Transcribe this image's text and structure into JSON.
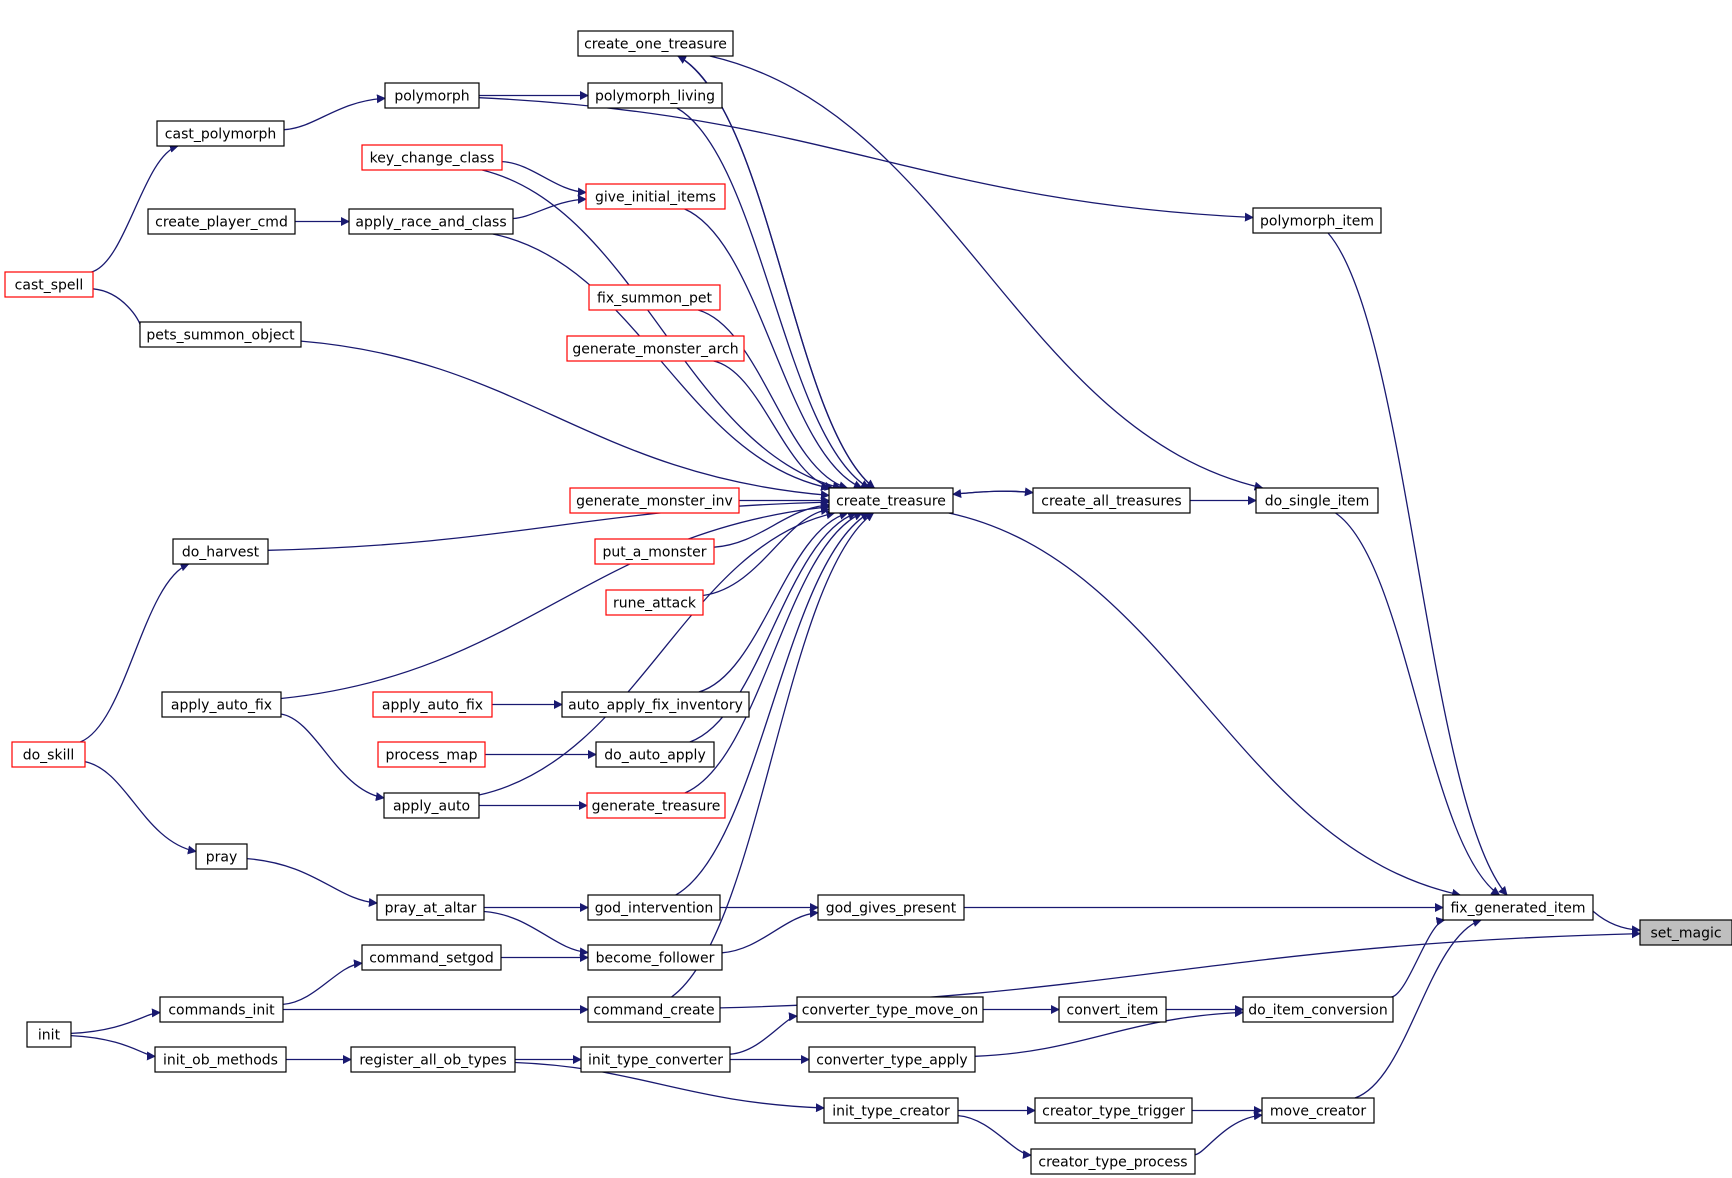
{
  "graph": {
    "nodes": [
      {
        "id": "set_magic",
        "label": "set_magic",
        "style": "root"
      },
      {
        "id": "fix_generated_item",
        "label": "fix_generated_item",
        "style": "black"
      },
      {
        "id": "create_treasure",
        "label": "create_treasure",
        "style": "black"
      },
      {
        "id": "create_all_treasures",
        "label": "create_all_treasures",
        "style": "black"
      },
      {
        "id": "do_single_item",
        "label": "do_single_item",
        "style": "black"
      },
      {
        "id": "polymorph_item",
        "label": "polymorph_item",
        "style": "black"
      },
      {
        "id": "create_one_treasure",
        "label": "create_one_treasure",
        "style": "black"
      },
      {
        "id": "polymorph",
        "label": "polymorph",
        "style": "black"
      },
      {
        "id": "polymorph_living",
        "label": "polymorph_living",
        "style": "black"
      },
      {
        "id": "cast_polymorph",
        "label": "cast_polymorph",
        "style": "black"
      },
      {
        "id": "key_change_class",
        "label": "key_change_class",
        "style": "red"
      },
      {
        "id": "give_initial_items",
        "label": "give_initial_items",
        "style": "red"
      },
      {
        "id": "create_player_cmd",
        "label": "create_player_cmd",
        "style": "black"
      },
      {
        "id": "apply_race_and_class",
        "label": "apply_race_and_class",
        "style": "black"
      },
      {
        "id": "cast_spell",
        "label": "cast_spell",
        "style": "red"
      },
      {
        "id": "fix_summon_pet",
        "label": "fix_summon_pet",
        "style": "red"
      },
      {
        "id": "pets_summon_object",
        "label": "pets_summon_object",
        "style": "black"
      },
      {
        "id": "generate_monster_arch",
        "label": "generate_monster_arch",
        "style": "red"
      },
      {
        "id": "generate_monster_inv",
        "label": "generate_monster_inv",
        "style": "red"
      },
      {
        "id": "do_harvest",
        "label": "do_harvest",
        "style": "black"
      },
      {
        "id": "put_a_monster",
        "label": "put_a_monster",
        "style": "red"
      },
      {
        "id": "rune_attack",
        "label": "rune_attack",
        "style": "red"
      },
      {
        "id": "apply_auto_fix_black",
        "label": "apply_auto_fix",
        "style": "black"
      },
      {
        "id": "apply_auto_fix_red",
        "label": "apply_auto_fix",
        "style": "red"
      },
      {
        "id": "auto_apply_fix_inventory",
        "label": "auto_apply_fix_inventory",
        "style": "black"
      },
      {
        "id": "do_skill",
        "label": "do_skill",
        "style": "red"
      },
      {
        "id": "process_map",
        "label": "process_map",
        "style": "red"
      },
      {
        "id": "do_auto_apply",
        "label": "do_auto_apply",
        "style": "black"
      },
      {
        "id": "apply_auto",
        "label": "apply_auto",
        "style": "black"
      },
      {
        "id": "generate_treasure",
        "label": "generate_treasure",
        "style": "red"
      },
      {
        "id": "pray",
        "label": "pray",
        "style": "black"
      },
      {
        "id": "pray_at_altar",
        "label": "pray_at_altar",
        "style": "black"
      },
      {
        "id": "god_intervention",
        "label": "god_intervention",
        "style": "black"
      },
      {
        "id": "god_gives_present",
        "label": "god_gives_present",
        "style": "black"
      },
      {
        "id": "command_setgod",
        "label": "command_setgod",
        "style": "black"
      },
      {
        "id": "become_follower",
        "label": "become_follower",
        "style": "black"
      },
      {
        "id": "init",
        "label": "init",
        "style": "black"
      },
      {
        "id": "commands_init",
        "label": "commands_init",
        "style": "black"
      },
      {
        "id": "command_create",
        "label": "command_create",
        "style": "black"
      },
      {
        "id": "converter_type_move_on",
        "label": "converter_type_move_on",
        "style": "black"
      },
      {
        "id": "convert_item",
        "label": "convert_item",
        "style": "black"
      },
      {
        "id": "do_item_conversion",
        "label": "do_item_conversion",
        "style": "black"
      },
      {
        "id": "init_ob_methods",
        "label": "init_ob_methods",
        "style": "black"
      },
      {
        "id": "register_all_ob_types",
        "label": "register_all_ob_types",
        "style": "black"
      },
      {
        "id": "init_type_converter",
        "label": "init_type_converter",
        "style": "black"
      },
      {
        "id": "converter_type_apply",
        "label": "converter_type_apply",
        "style": "black"
      },
      {
        "id": "init_type_creator",
        "label": "init_type_creator",
        "style": "black"
      },
      {
        "id": "creator_type_trigger",
        "label": "creator_type_trigger",
        "style": "black"
      },
      {
        "id": "move_creator",
        "label": "move_creator",
        "style": "black"
      },
      {
        "id": "creator_type_process",
        "label": "creator_type_process",
        "style": "black"
      }
    ],
    "edges": [
      [
        "fix_generated_item",
        "set_magic"
      ],
      [
        "command_create",
        "set_magic"
      ],
      [
        "create_treasure",
        "fix_generated_item"
      ],
      [
        "god_gives_present",
        "fix_generated_item"
      ],
      [
        "do_single_item",
        "fix_generated_item"
      ],
      [
        "polymorph_item",
        "fix_generated_item"
      ],
      [
        "do_item_conversion",
        "fix_generated_item"
      ],
      [
        "move_creator",
        "fix_generated_item"
      ],
      [
        "create_one_treasure",
        "do_single_item"
      ],
      [
        "polymorph",
        "polymorph_item"
      ],
      [
        "create_all_treasures",
        "create_treasure"
      ],
      [
        "create_treasure",
        "create_all_treasures"
      ],
      [
        "create_treasure",
        "create_one_treasure"
      ],
      [
        "create_all_treasures",
        "do_single_item"
      ],
      [
        "polymorph_living",
        "create_treasure"
      ],
      [
        "key_change_class",
        "create_treasure"
      ],
      [
        "give_initial_items",
        "create_treasure"
      ],
      [
        "apply_race_and_class",
        "create_treasure"
      ],
      [
        "fix_summon_pet",
        "create_treasure"
      ],
      [
        "generate_monster_arch",
        "create_treasure"
      ],
      [
        "pets_summon_object",
        "create_treasure"
      ],
      [
        "do_harvest",
        "create_treasure"
      ],
      [
        "generate_monster_inv",
        "create_treasure"
      ],
      [
        "put_a_monster",
        "create_treasure"
      ],
      [
        "rune_attack",
        "create_treasure"
      ],
      [
        "apply_auto_fix_black",
        "create_treasure"
      ],
      [
        "auto_apply_fix_inventory",
        "create_treasure"
      ],
      [
        "do_auto_apply",
        "create_treasure"
      ],
      [
        "generate_treasure",
        "create_treasure"
      ],
      [
        "apply_auto",
        "create_treasure"
      ],
      [
        "god_intervention",
        "create_treasure"
      ],
      [
        "command_create",
        "create_treasure"
      ],
      [
        "create_one_treasure",
        "create_treasure"
      ],
      [
        "polymorph",
        "polymorph_living"
      ],
      [
        "cast_polymorph",
        "polymorph"
      ],
      [
        "cast_spell",
        "cast_polymorph"
      ],
      [
        "key_change_class",
        "give_initial_items"
      ],
      [
        "apply_race_and_class",
        "give_initial_items"
      ],
      [
        "create_player_cmd",
        "apply_race_and_class"
      ],
      [
        "cast_spell",
        "pets_summon_object"
      ],
      [
        "do_skill",
        "do_harvest"
      ],
      [
        "do_skill",
        "pray"
      ],
      [
        "apply_auto_fix_red",
        "auto_apply_fix_inventory"
      ],
      [
        "process_map",
        "do_auto_apply"
      ],
      [
        "apply_auto_fix_black",
        "apply_auto"
      ],
      [
        "apply_auto",
        "generate_treasure"
      ],
      [
        "pray",
        "pray_at_altar"
      ],
      [
        "pray_at_altar",
        "god_intervention"
      ],
      [
        "pray_at_altar",
        "become_follower"
      ],
      [
        "god_intervention",
        "god_gives_present"
      ],
      [
        "become_follower",
        "god_gives_present"
      ],
      [
        "command_setgod",
        "become_follower"
      ],
      [
        "commands_init",
        "command_setgod"
      ],
      [
        "commands_init",
        "command_create"
      ],
      [
        "init",
        "commands_init"
      ],
      [
        "init",
        "init_ob_methods"
      ],
      [
        "init_ob_methods",
        "register_all_ob_types"
      ],
      [
        "register_all_ob_types",
        "init_type_converter"
      ],
      [
        "register_all_ob_types",
        "init_type_creator"
      ],
      [
        "init_type_converter",
        "converter_type_move_on"
      ],
      [
        "init_type_converter",
        "converter_type_apply"
      ],
      [
        "converter_type_move_on",
        "convert_item"
      ],
      [
        "convert_item",
        "do_item_conversion"
      ],
      [
        "converter_type_apply",
        "do_item_conversion"
      ],
      [
        "init_type_creator",
        "creator_type_trigger"
      ],
      [
        "init_type_creator",
        "creator_type_process"
      ],
      [
        "creator_type_trigger",
        "move_creator"
      ],
      [
        "creator_type_process",
        "move_creator"
      ]
    ]
  },
  "colors": {
    "edge": "#191970",
    "node_border": "#000000",
    "node_border_red": "#ff0000",
    "root_fill": "#bfbfbf",
    "background": "#ffffff"
  }
}
